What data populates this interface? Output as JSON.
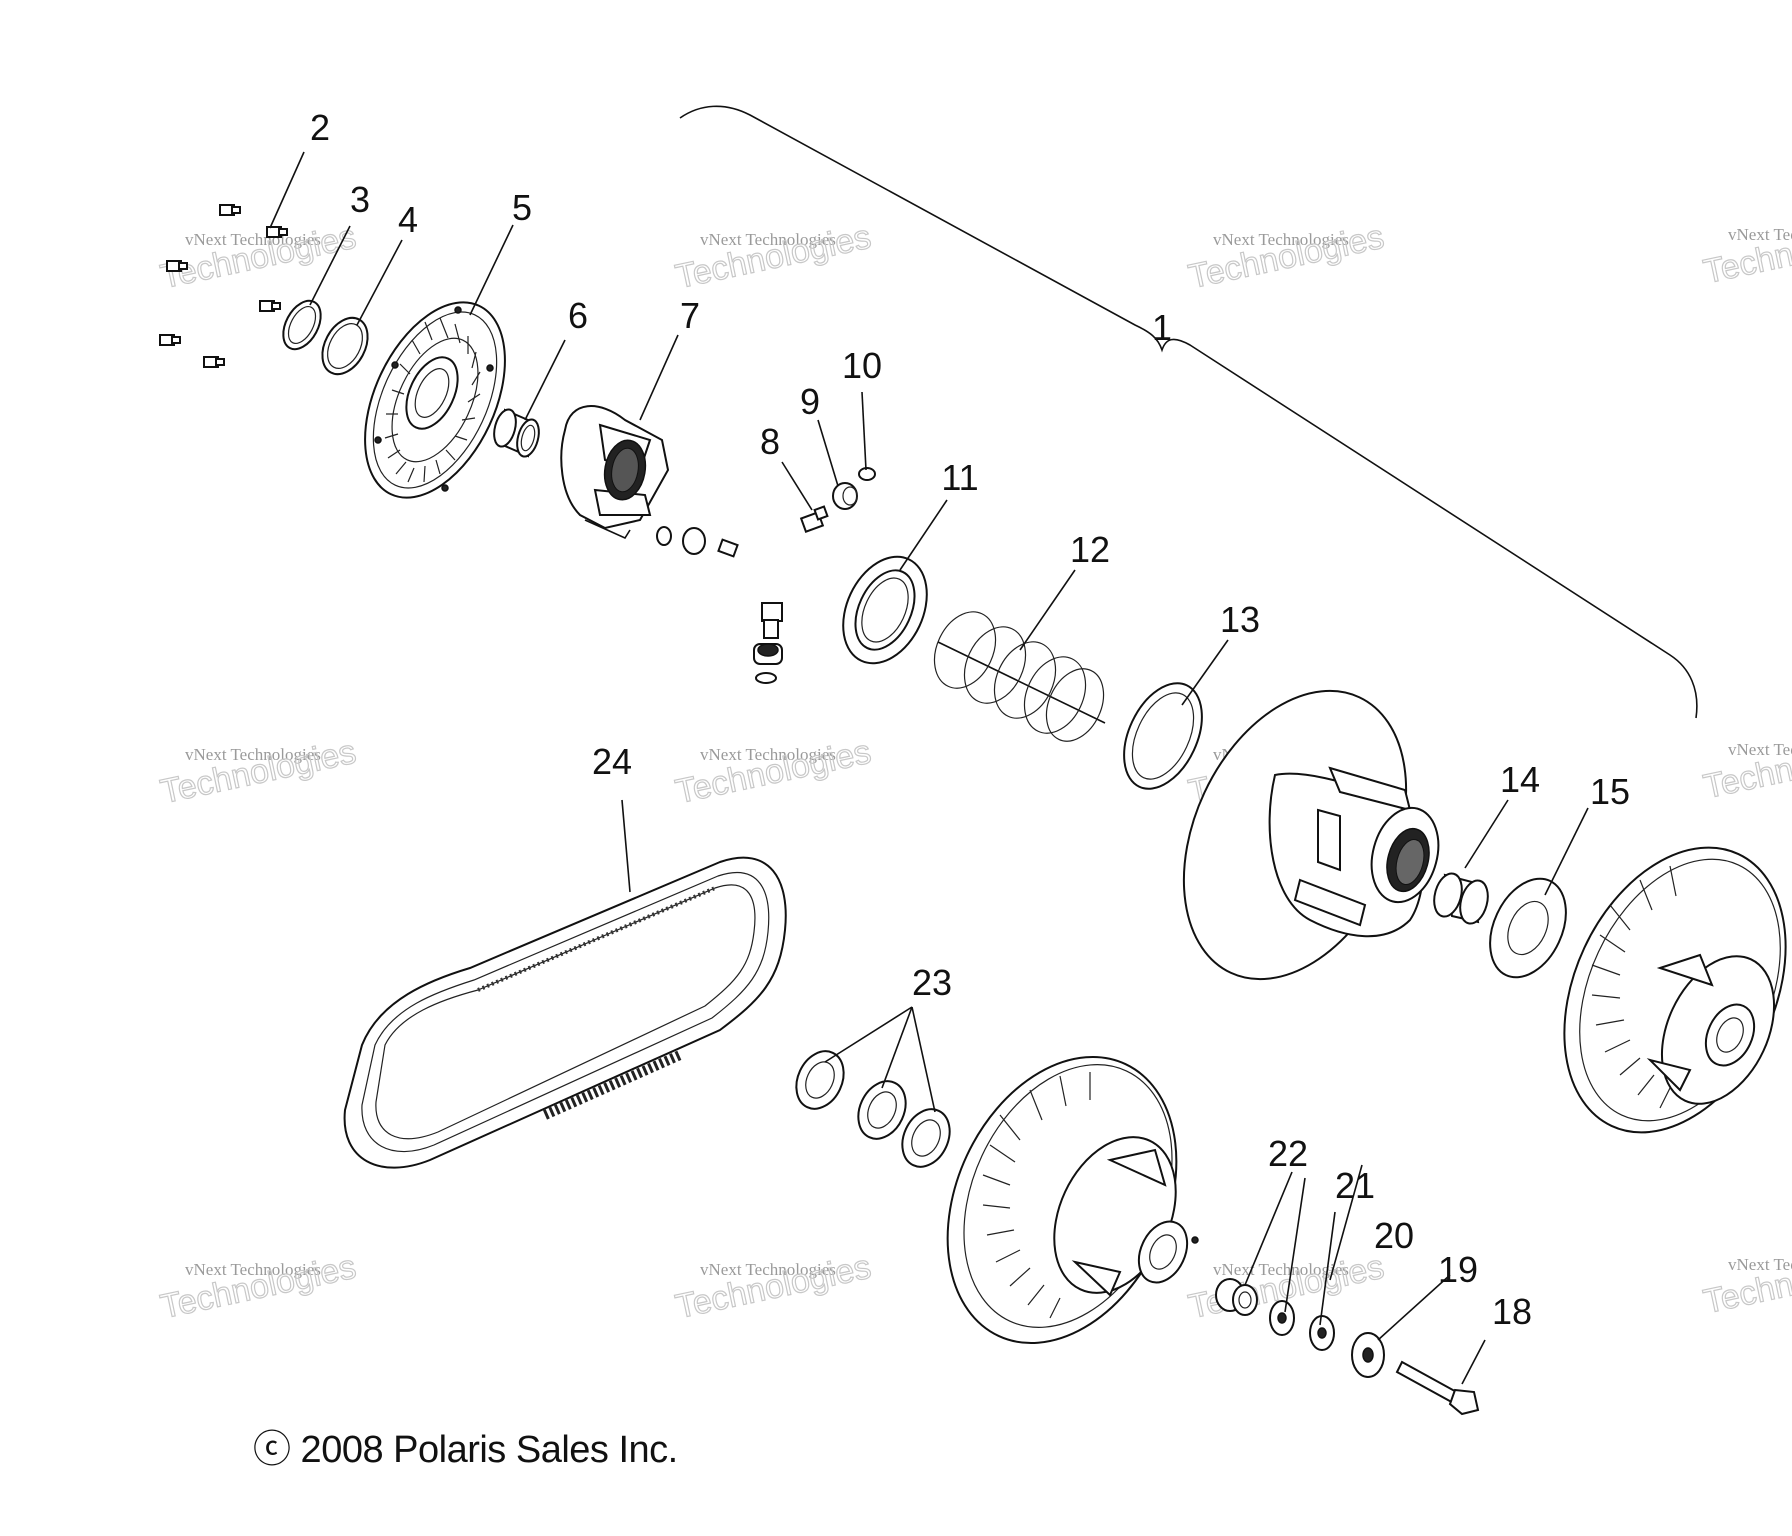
{
  "diagram": {
    "callouts": [
      "1",
      "2",
      "3",
      "4",
      "5",
      "6",
      "7",
      "8",
      "9",
      "10",
      "11",
      "12",
      "13",
      "14",
      "15",
      "18",
      "19",
      "20",
      "21",
      "22",
      "23",
      "24"
    ],
    "watermark": {
      "line1": "vNext Technologies",
      "line2": "Technologies"
    },
    "copyright": "ⓒ 2008 Polaris Sales Inc."
  }
}
